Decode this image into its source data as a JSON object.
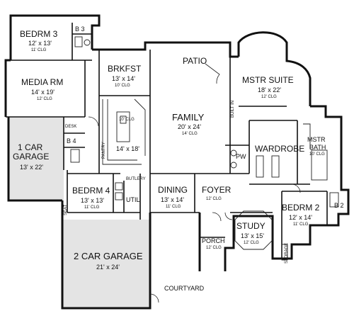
{
  "rooms": {
    "bedrm3": {
      "name": "BEDRM 3",
      "dim": "12' x 13'",
      "clg": "11' CLG"
    },
    "b3": {
      "name": "B 3"
    },
    "media": {
      "name": "MEDIA RM",
      "dim": "14' x 19'",
      "clg": "12' CLG"
    },
    "brkfst": {
      "name": "BRKFST",
      "dim": "13' x 14'",
      "clg": "10' CLG"
    },
    "patio": {
      "name": "PATIO"
    },
    "mstr_suite": {
      "name": "MSTR SUITE",
      "dim": "18' x 22'",
      "clg": "12' CLG"
    },
    "built_in": {
      "name": "BUILT IN"
    },
    "family": {
      "name": "FAMILY",
      "dim": "20' x 24'",
      "clg": "14' CLG"
    },
    "kitchen": {
      "dim": "14' x 18'",
      "clg": "10' CLG"
    },
    "pantry": {
      "name": "PANTRY"
    },
    "desk": {
      "name": "DESK"
    },
    "b4": {
      "name": "B 4"
    },
    "garage1": {
      "name_line1": "1 CAR",
      "name_line2": "GARAGE",
      "dim": "13' x 22'"
    },
    "pw": {
      "name": "PW"
    },
    "wardrobe": {
      "name": "WARDROBE"
    },
    "mstr_bath": {
      "name_line1": "MSTR",
      "name_line2": "BATH",
      "clg": "10' CLG"
    },
    "bedrm4": {
      "name": "BEDRM 4",
      "dim": "13' x 13'",
      "clg": "11' CLG"
    },
    "butlery": {
      "name": "BUTLERY"
    },
    "dining": {
      "name": "DINING",
      "dim": "13' x 14'",
      "clg": "11' CLG"
    },
    "foyer": {
      "name": "FOYER",
      "clg": "12' CLG"
    },
    "util": {
      "name": "UTIL"
    },
    "seat": {
      "name": "SEAT"
    },
    "bedrm2": {
      "name": "BEDRM 2",
      "dim": "12' x 14'",
      "clg": "11' CLG"
    },
    "b2": {
      "name": "B 2"
    },
    "study": {
      "name": "STUDY",
      "dim": "13' x 15'",
      "clg": "12' CLG"
    },
    "porch": {
      "name": "PORCH",
      "clg": "12' CLG"
    },
    "storage": {
      "name": "STORAGE"
    },
    "garage2": {
      "name": "2 CAR GARAGE",
      "dim": "21' x 24'"
    },
    "courtyard": {
      "name": "COURTYARD"
    }
  }
}
